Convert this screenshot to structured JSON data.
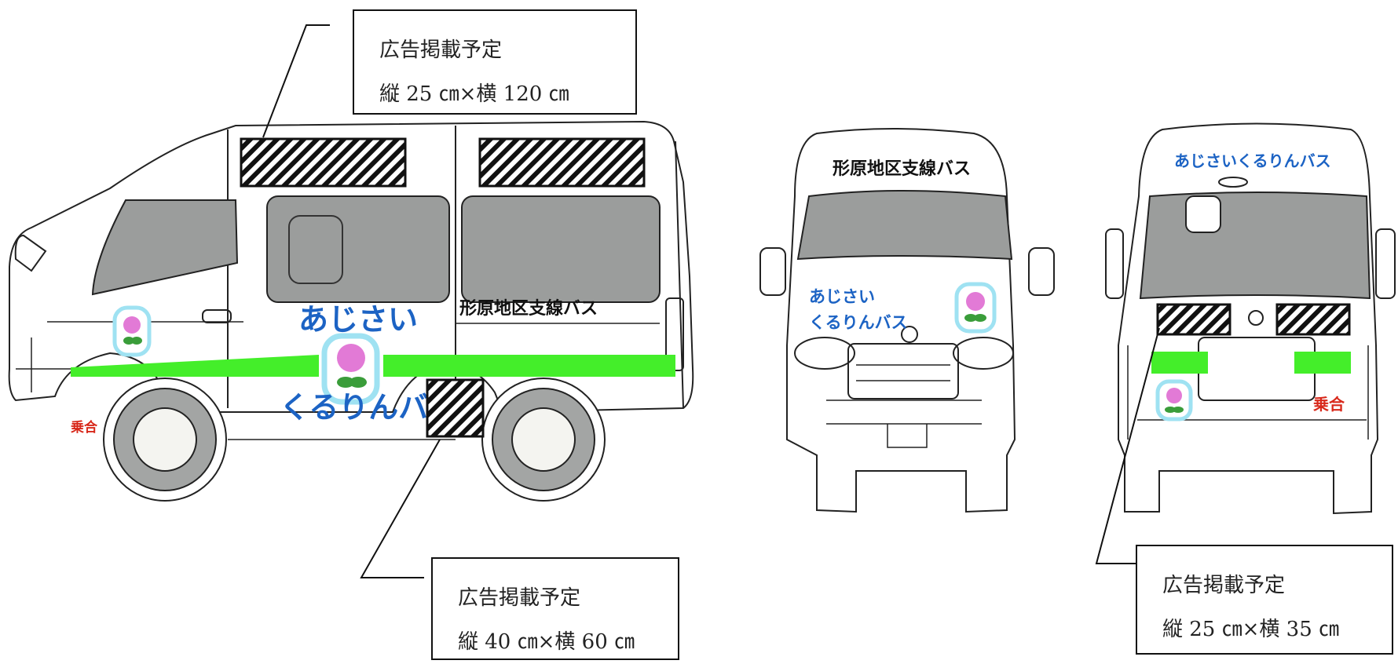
{
  "callouts": [
    {
      "title": "広告掲載予定",
      "size": "縦 25 ㎝×横 120 ㎝"
    },
    {
      "title": "広告掲載予定",
      "size": "縦 40 ㎝×横 60 ㎝"
    },
    {
      "title": "広告掲載予定",
      "size": "縦 25 ㎝×横 35 ㎝"
    }
  ],
  "side_view": {
    "brand_top": "あじさい",
    "brand_bottom": "くるりんバス",
    "route_name": "形原地区支線バス",
    "plate_mark": "乗合"
  },
  "front_view": {
    "route_name": "形原地区支線バス",
    "brand_line1": "あじさい",
    "brand_line2": "くるりんバス"
  },
  "rear_view": {
    "brand": "あじさいくるりんバス",
    "plate_mark": "乗合"
  },
  "colors": {
    "stripe": "#44ee2a",
    "brand_blue": "#1c63c4",
    "window": "#9b9d9c",
    "tire": "#a3a5a4",
    "mark_red": "#d8281a",
    "flower": "#e27ad6",
    "badge_ring": "#9fe2f2"
  }
}
